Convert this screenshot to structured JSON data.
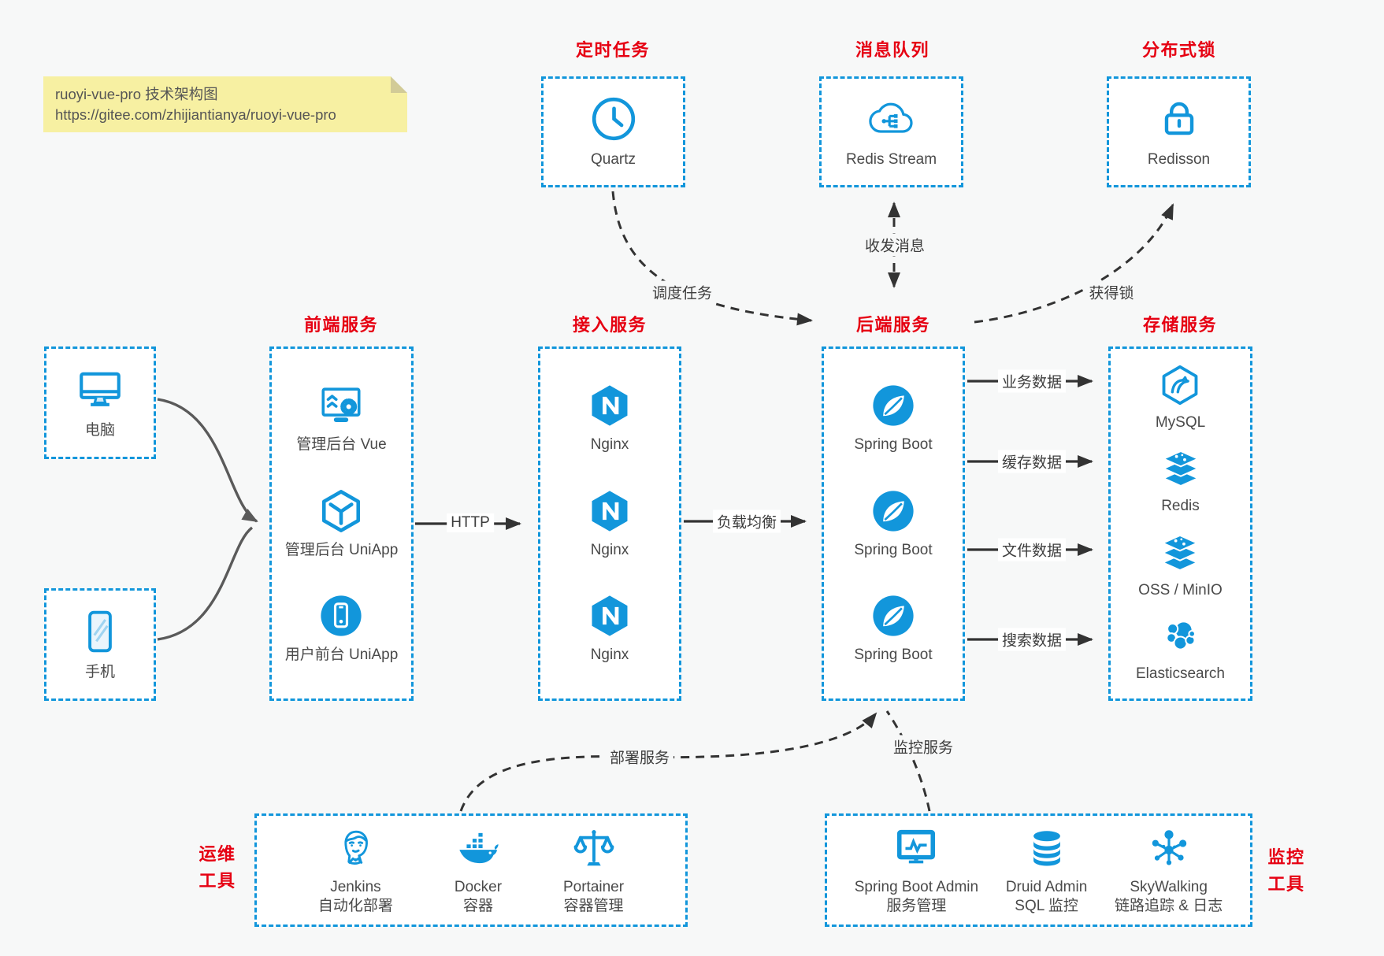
{
  "colors": {
    "accent_blue": "#1296db",
    "accent_red": "#e60012",
    "arrow_dark": "#333333",
    "arrow_gray": "#5a5a5a",
    "note_bg": "#f7f0a2",
    "canvas_bg": "#f7f8f8"
  },
  "note": {
    "line1": "ruoyi-vue-pro 技术架构图",
    "line2": "https://gitee.com/zhijiantianya/ruoyi-vue-pro"
  },
  "top_groups": [
    {
      "label": "定时任务",
      "item": {
        "name": "Quartz",
        "icon": "clock-icon"
      }
    },
    {
      "label": "消息队列",
      "item": {
        "name": "Redis Stream",
        "icon": "cloud-network-icon"
      }
    },
    {
      "label": "分布式锁",
      "item": {
        "name": "Redisson",
        "icon": "padlock-icon"
      }
    }
  ],
  "clients": [
    {
      "label": "电脑",
      "icon": "desktop-icon"
    },
    {
      "label": "手机",
      "icon": "smartphone-icon"
    }
  ],
  "columns": [
    {
      "label": "前端服务",
      "items": [
        {
          "label": "管理后台 Vue",
          "icon": "admin-monitor-gear-icon"
        },
        {
          "label": "管理后台 UniApp",
          "icon": "hexagon-y-icon"
        },
        {
          "label": "用户前台 UniApp",
          "icon": "phone-circle-icon"
        }
      ]
    },
    {
      "label": "接入服务",
      "items": [
        {
          "label": "Nginx",
          "icon": "nginx-icon"
        },
        {
          "label": "Nginx",
          "icon": "nginx-icon"
        },
        {
          "label": "Nginx",
          "icon": "nginx-icon"
        }
      ]
    },
    {
      "label": "后端服务",
      "items": [
        {
          "label": "Spring Boot",
          "icon": "spring-boot-icon"
        },
        {
          "label": "Spring Boot",
          "icon": "spring-boot-icon"
        },
        {
          "label": "Spring Boot",
          "icon": "spring-boot-icon"
        }
      ]
    },
    {
      "label": "存储服务",
      "items": [
        {
          "label": "MySQL",
          "icon": "mysql-icon"
        },
        {
          "label": "Redis",
          "icon": "redis-stack-icon"
        },
        {
          "label": "OSS / MinIO",
          "icon": "storage-stack-icon"
        },
        {
          "label": "Elasticsearch",
          "icon": "elasticsearch-icon"
        }
      ]
    }
  ],
  "bottom_groups": [
    {
      "label_lines": [
        "运维",
        "工具"
      ],
      "items": [
        {
          "title": "Jenkins",
          "subtitle": "自动化部署",
          "icon": "jenkins-icon"
        },
        {
          "title": "Docker",
          "subtitle": "容器",
          "icon": "docker-whale-icon"
        },
        {
          "title": "Portainer",
          "subtitle": "容器管理",
          "icon": "scales-icon"
        }
      ]
    },
    {
      "label_lines": [
        "监控",
        "工具"
      ],
      "items": [
        {
          "title": "Spring Boot Admin",
          "subtitle": "服务管理",
          "icon": "monitor-pulse-icon"
        },
        {
          "title": "Druid Admin",
          "subtitle": "SQL 监控",
          "icon": "database-icon"
        },
        {
          "title": "SkyWalking",
          "subtitle": "链路追踪 & 日志",
          "icon": "network-nodes-icon"
        }
      ]
    }
  ],
  "edges": {
    "http": "HTTP",
    "load_balance": "负载均衡",
    "business_data": "业务数据",
    "cache_data": "缓存数据",
    "file_data": "文件数据",
    "search_data": "搜索数据",
    "schedule_task": "调度任务",
    "send_receive_message": "收发消息",
    "acquire_lock": "获得锁",
    "deploy_service": "部署服务",
    "monitor_service": "监控服务"
  }
}
